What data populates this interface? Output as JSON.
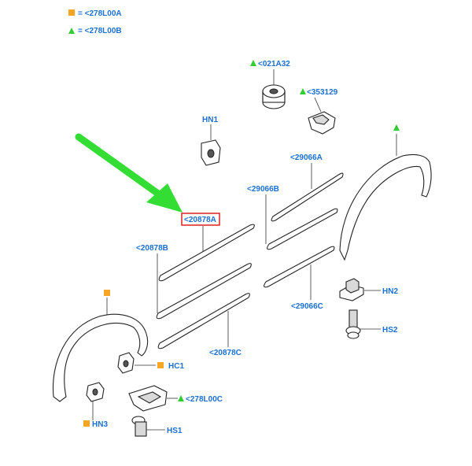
{
  "colors": {
    "label": "#1a6fd1",
    "square_marker": "#f5a623",
    "triangle_marker": "#33cc33",
    "highlight_box": "#e02020",
    "arrow": "#33dd33"
  },
  "legend": {
    "square_text": "= <278L00A",
    "triangle_text": "= <278L00B"
  },
  "labels": {
    "p021A32": "<021A32",
    "p353129": "<353129",
    "HN1": "HN1",
    "p29066A": "<29066A",
    "p29066B": "<29066B",
    "p20878A": "<20878A",
    "p20878B": "<20878B",
    "HN2": "HN2",
    "HS2": "HS2",
    "p29066C": "<29066C",
    "p20878C": "<20878C",
    "HC1": "HC1",
    "p278L00C": "<278L00C",
    "HN3": "HN3",
    "HS1": "HS1"
  },
  "highlighted_part": "<20878A",
  "icons": [
    "square-marker-icon",
    "triangle-marker-icon",
    "pointer-arrow-icon"
  ]
}
